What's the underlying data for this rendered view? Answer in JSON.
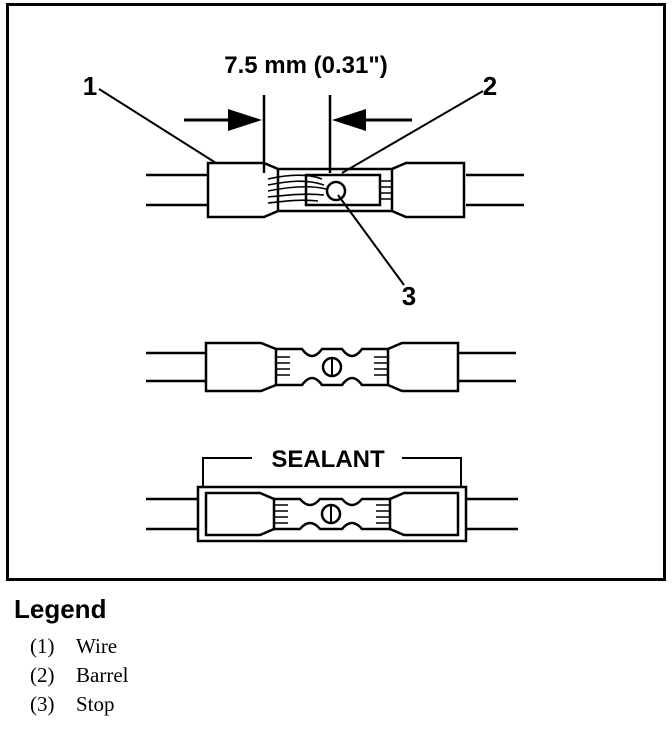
{
  "diagram": {
    "dimension_label": "7.5 mm (0.31\")",
    "callout_1": "1",
    "callout_2": "2",
    "callout_3": "3",
    "sealant_label": "SEALANT"
  },
  "legend": {
    "title": "Legend",
    "items": [
      {
        "num": "(1)",
        "label": "Wire"
      },
      {
        "num": "(2)",
        "label": "Barrel"
      },
      {
        "num": "(3)",
        "label": "Stop"
      }
    ]
  }
}
